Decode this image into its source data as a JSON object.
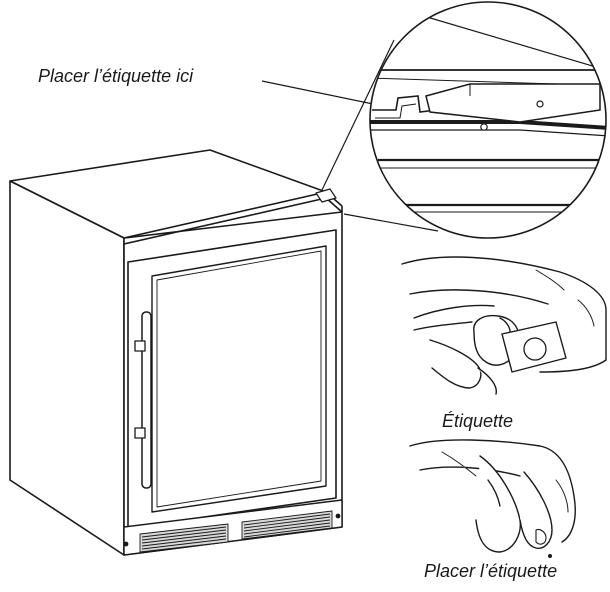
{
  "labels": {
    "place_label_here": "Placer l’étiquette ici",
    "label": "Étiquette",
    "place_label": "Placer l’étiquette"
  }
}
